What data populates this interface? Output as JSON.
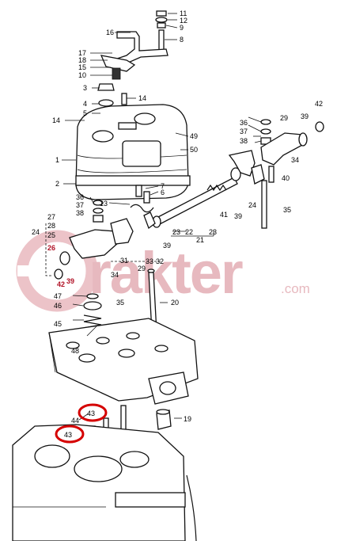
{
  "watermark": {
    "brand_text": "rakter",
    "suffix": ".com",
    "color": "#e7b9bf"
  },
  "highlight_color": "#d50000",
  "labels": {
    "l11a": "11",
    "l12": "12",
    "l9": "9",
    "l8": "8",
    "l16": "16",
    "l17": "17",
    "l18": "18",
    "l15": "15",
    "l10": "10",
    "l3": "3",
    "l4": "4",
    "l14a": "14",
    "l5": "5",
    "l14b": "14",
    "l49": "49",
    "l50": "50",
    "l1": "1",
    "l2": "2",
    "l7": "7",
    "l6": "6",
    "l36a": "36",
    "l37a": "37",
    "l38a": "38",
    "l13": "13",
    "l27": "27",
    "l28": "28",
    "l24a": "24",
    "l25": "25",
    "l26": "26",
    "l42a": "42",
    "l39a": "39",
    "l31": "31",
    "l34a": "34",
    "l33": "33",
    "l32": "32",
    "l29a": "29",
    "l23a": "23",
    "l22": "22",
    "l21": "21",
    "l23b": "23",
    "l39b": "39",
    "l41": "41",
    "l24b": "24",
    "l39c": "39",
    "l35a": "35",
    "l36b": "36",
    "l37b": "37",
    "l38b": "38",
    "l29b": "29",
    "l39d": "39",
    "l42b": "42",
    "l34b": "34",
    "l40": "40",
    "l35b": "35",
    "l47": "47",
    "l46": "46",
    "l45": "45",
    "l48": "48",
    "l20": "20",
    "l44": "44",
    "l43a": "43",
    "l43b": "43",
    "l19": "19"
  }
}
